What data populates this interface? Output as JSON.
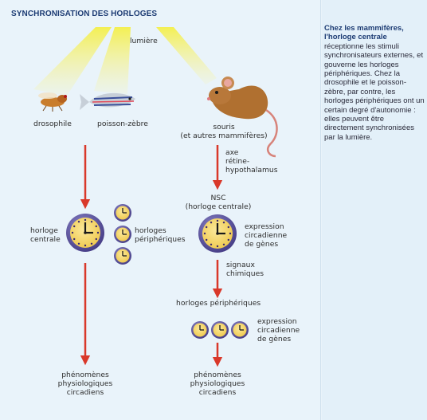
{
  "title": "SYNCHRONISATION DES HORLOGES",
  "sidebar": {
    "intro_bold": "Chez les mammifères, l'horloge centrale",
    "text_1": "réceptionne les stimuli synchronisateurs externes, et gouverne les horloges périphériques.",
    "text_2": "Chez la drosophile et le poisson-zèbre, par contre, les horloges périphériques ont un certain degré d'autonomie : elles peuvent être directement synchronisées par la lumière."
  },
  "left": {
    "light": "lumière",
    "organism_1": "drosophile",
    "organism_2": "poisson-zèbre",
    "central_clock_line1": "horloge",
    "central_clock_line2": "centrale",
    "peripheral_line1": "horloges",
    "peripheral_line2": "périphériques",
    "output_line1": "phénomènes",
    "output_line2": "physiologiques",
    "output_line3": "circadiens"
  },
  "right": {
    "organism_line1": "souris",
    "organism_line2": "(et autres mammifères)",
    "pathway_line1": "axe",
    "pathway_line2": "rétine-",
    "pathway_line3": "hypothalamus",
    "nsc_line1": "NSC",
    "nsc_line2": "(horloge centrale)",
    "expression_1_line1": "expression",
    "expression_1_line2": "circadienne",
    "expression_1_line3": "de gènes",
    "signals_line1": "signaux",
    "signals_line2": "chimiques",
    "peripheral": "horloges périphériques",
    "expression_2_line1": "expression",
    "expression_2_line2": "circadienne",
    "expression_2_line3": "de gènes",
    "output_line1": "phénomènes",
    "output_line2": "physiologiques",
    "output_line3": "circadiens"
  },
  "colors": {
    "arrow": "#d9382a",
    "clock_ring": "#4a3f8f",
    "clock_face": "#f6d55c",
    "light": "#f2ea5a",
    "title": "#1c3b73"
  }
}
